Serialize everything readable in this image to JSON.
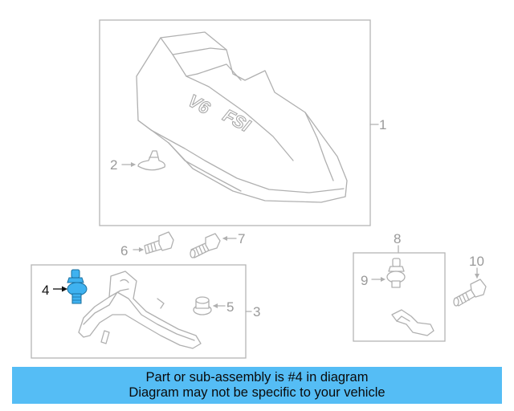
{
  "callouts": {
    "c1": "1",
    "c2": "2",
    "c3": "3",
    "c4": "4",
    "c5": "5",
    "c6": "6",
    "c7": "7",
    "c8": "8",
    "c9": "9",
    "c10": "10"
  },
  "engine_cover": {
    "badge_model": "V6",
    "badge_engine": "FSI"
  },
  "highlighted_part": "4",
  "colors": {
    "highlight": "#3fb2f0",
    "banner": "#55bdf5",
    "line": "#b0b0b0"
  },
  "banner": {
    "line1": "Part or sub-assembly is #4 in diagram",
    "line2": "Diagram may not be specific to your vehicle"
  }
}
